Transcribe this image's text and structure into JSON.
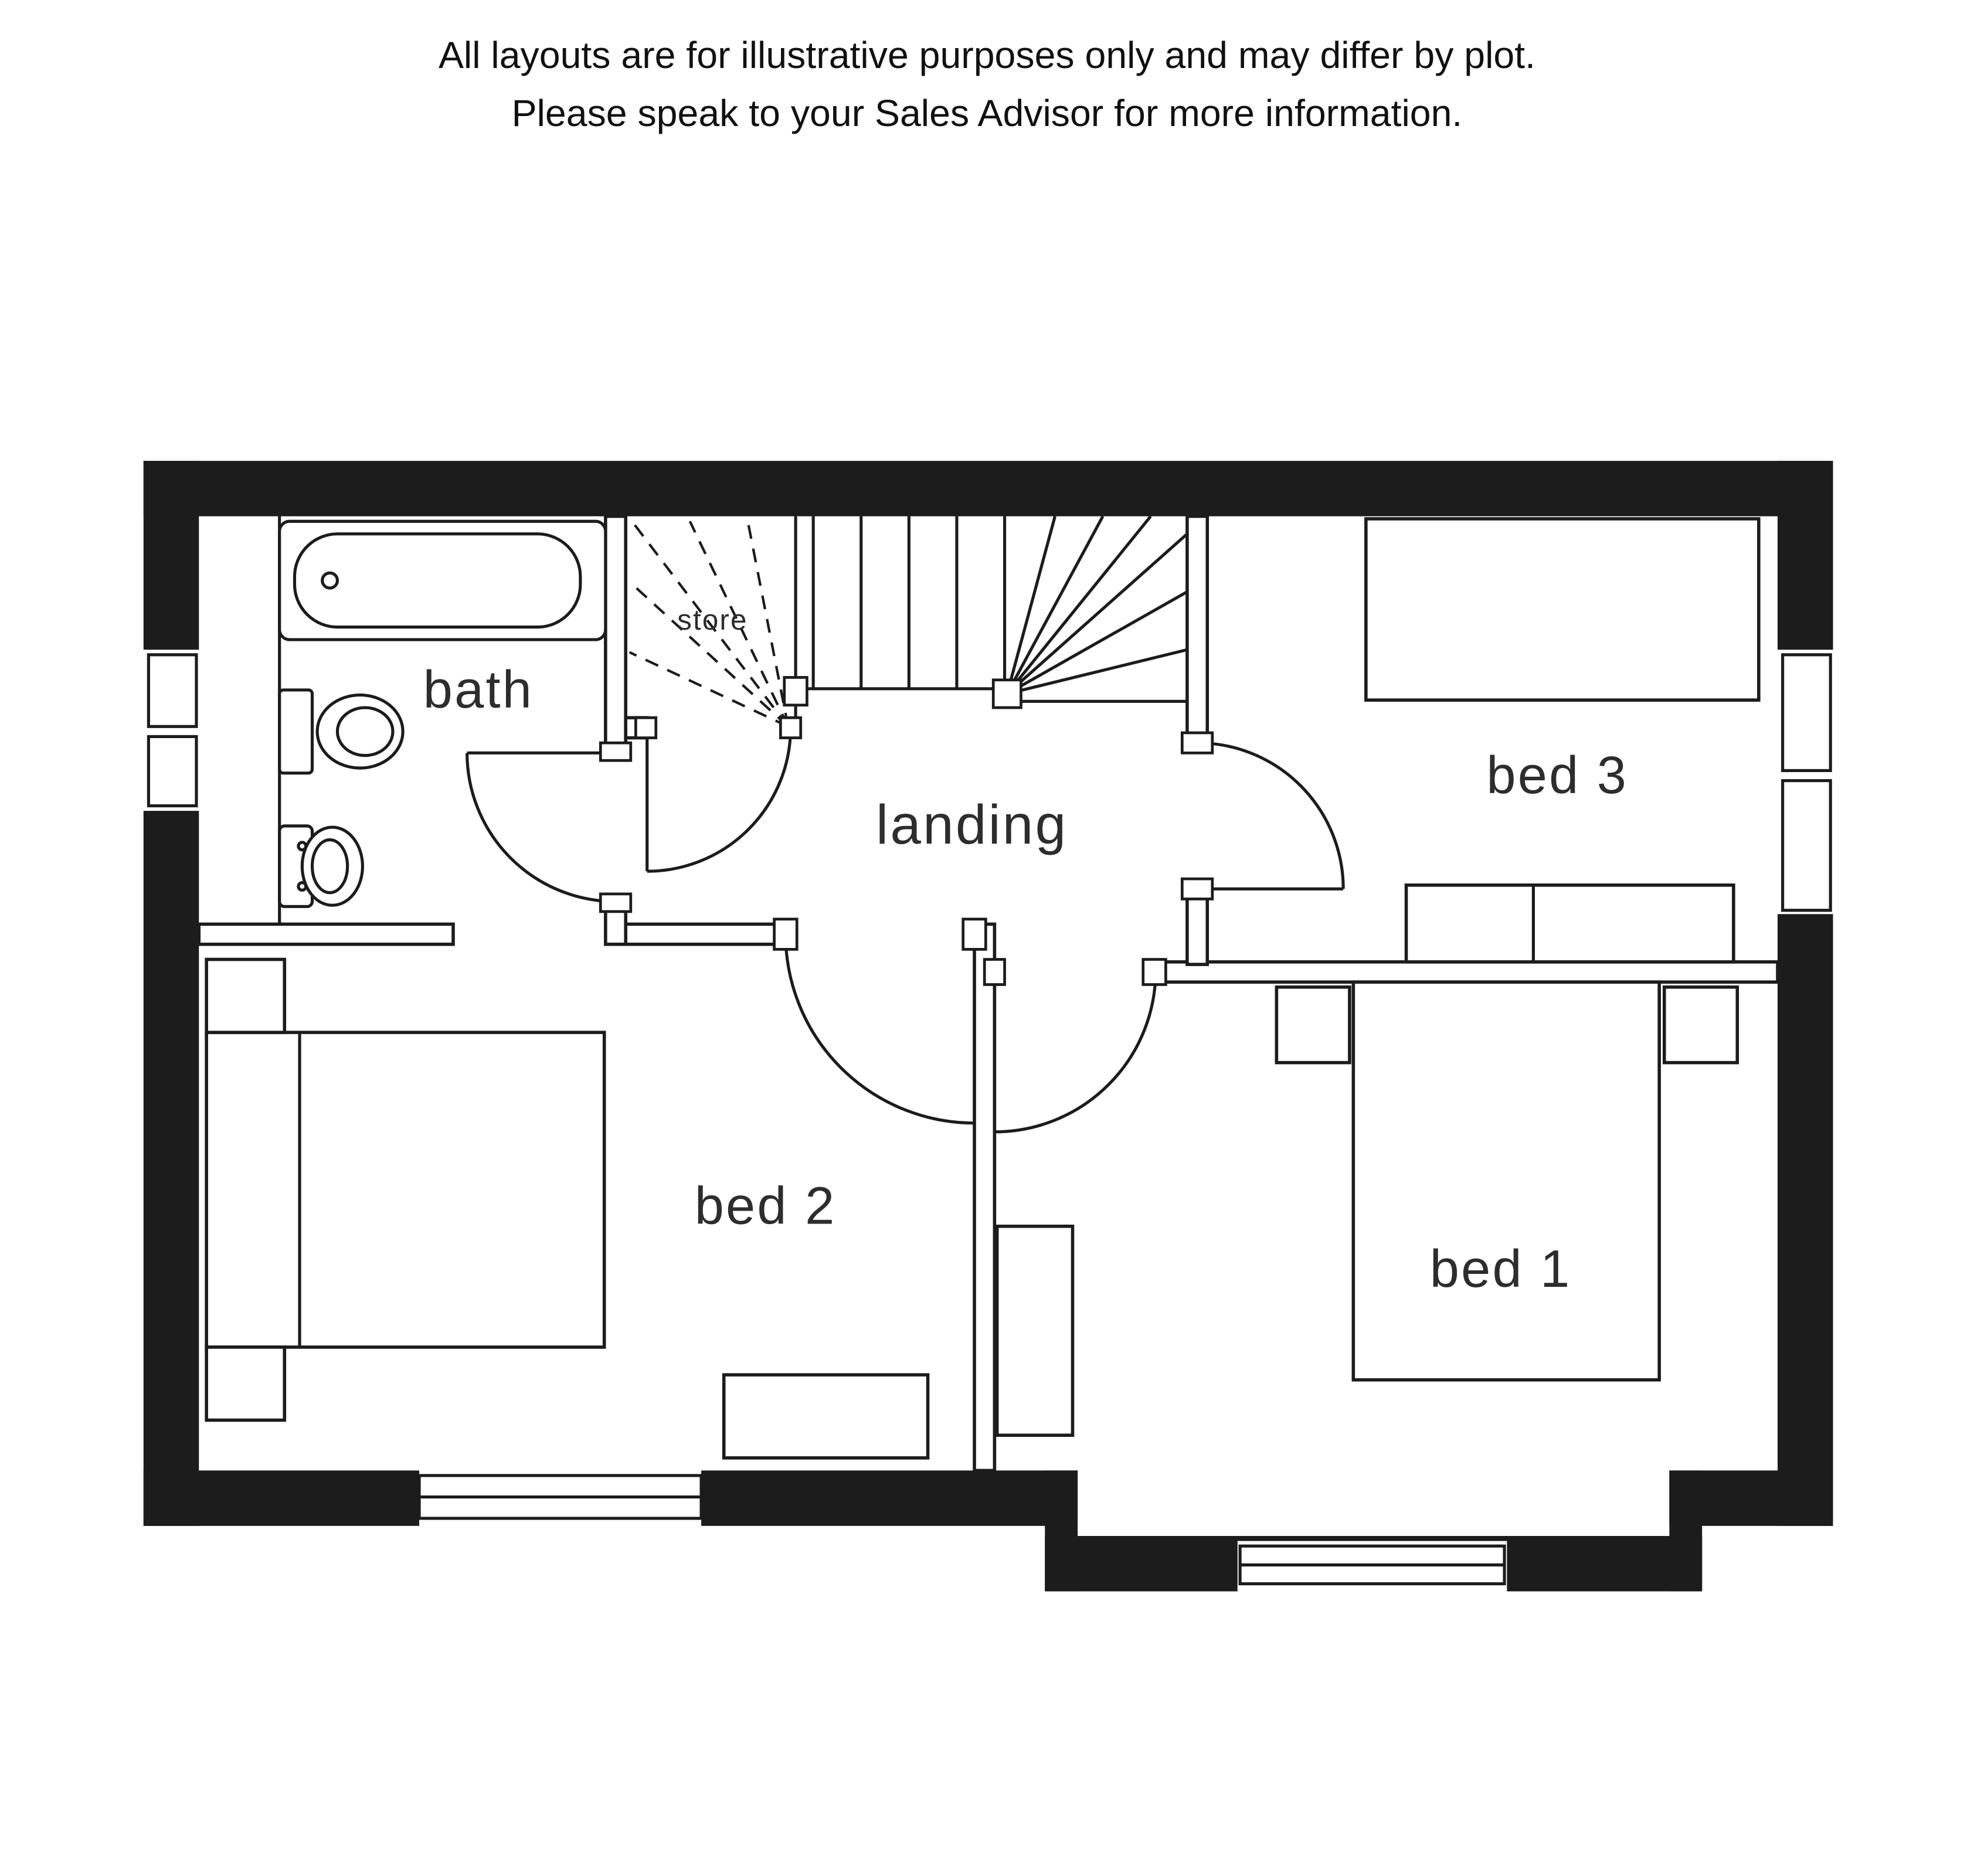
{
  "disclaimer": {
    "line1": "All layouts are for illustrative purposes only and may differ by plot.",
    "line2": "Please speak to your Sales Advisor for more information."
  },
  "rooms": {
    "bath": {
      "label": "bath"
    },
    "store": {
      "label": "store"
    },
    "landing": {
      "label": "landing"
    },
    "bed3": {
      "label": "bed 3"
    },
    "bed2": {
      "label": "bed 2"
    },
    "bed1": {
      "label": "bed 1"
    }
  },
  "colors": {
    "line": "#1c1c1c",
    "text": "#2d2d2d",
    "background": "#ffffff"
  }
}
